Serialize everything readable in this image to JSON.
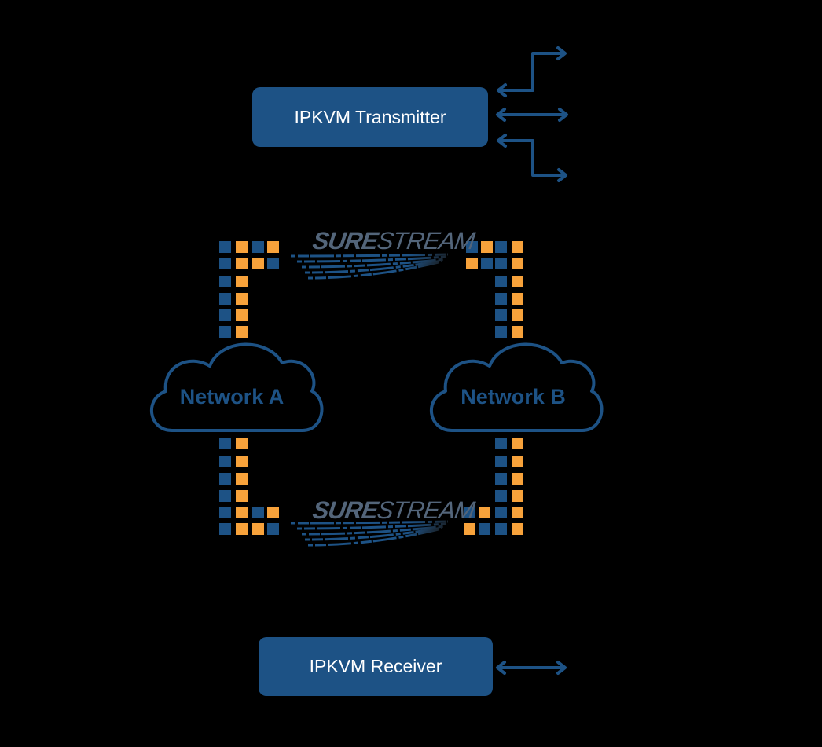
{
  "diagram": {
    "transmitter": {
      "label": "IPKVM Transmitter"
    },
    "receiver": {
      "label": "IPKVM Receiver"
    },
    "network_a": {
      "label": "Network A"
    },
    "network_b": {
      "label": "Network B"
    },
    "surestream": [
      {
        "bold": "SURE",
        "light": "STREAM"
      },
      {
        "bold": "SURE",
        "light": "STREAM"
      }
    ]
  },
  "colors": {
    "background": "#000000",
    "primary_blue": "#1d5285",
    "packet_orange": "#f7a23b",
    "packet_blue": "#1d5285",
    "logo_gray": "#53657a"
  }
}
